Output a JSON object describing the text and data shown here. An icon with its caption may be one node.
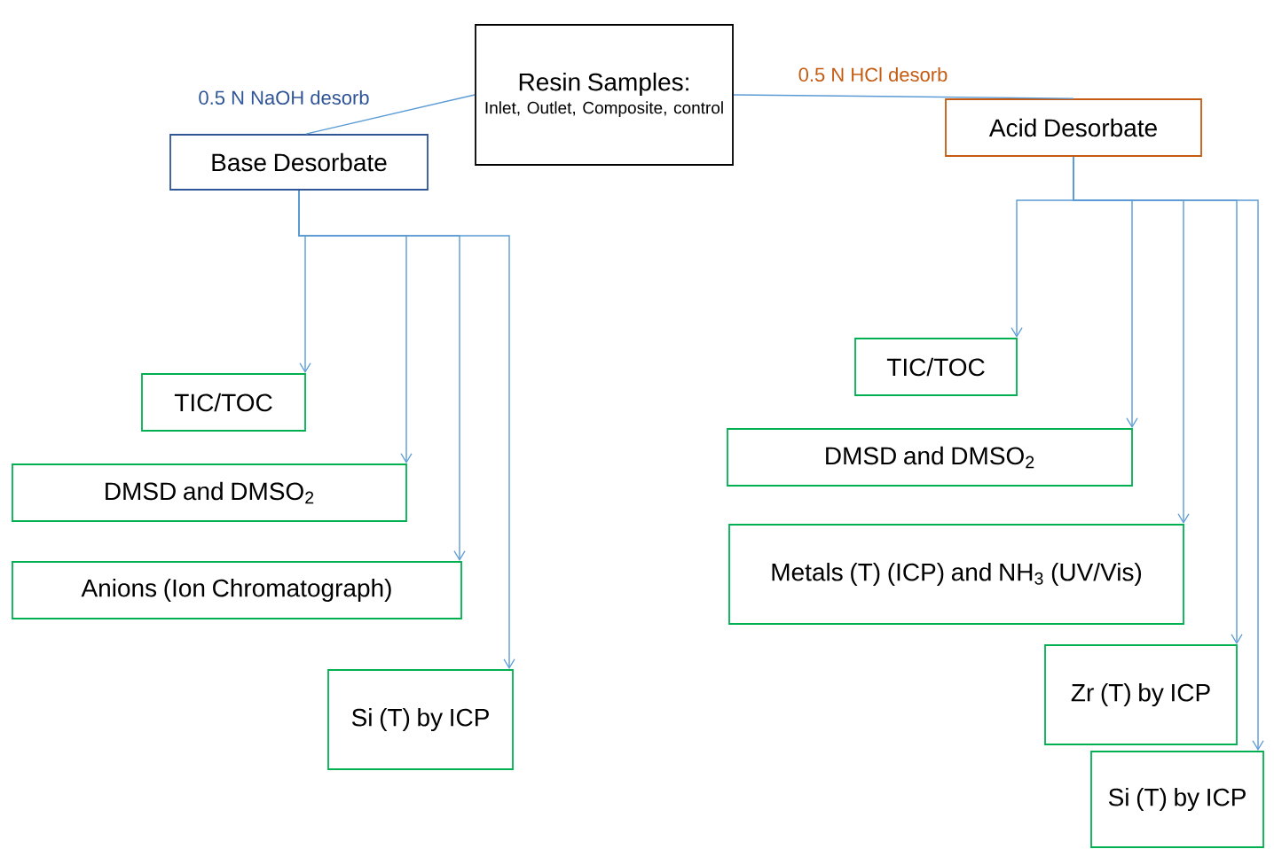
{
  "diagram": {
    "nodes": [
      {
        "text": [
          "Resin Samples:",
          "Inlet, Outlet, Composite, control"
        ]
      },
      {
        "text": [
          "Base Desorbate"
        ]
      },
      {
        "text": [
          "Acid Desorbate"
        ]
      },
      {
        "text": [
          "TIC/TOC"
        ]
      },
      {
        "text": [
          "DMSD and DMSO$_{2}$"
        ]
      },
      {
        "text": [
          "Anions (Ion Chromatograph)"
        ]
      },
      {
        "text": [
          "Si (T) by ICP"
        ]
      },
      {
        "text": [
          "TIC/TOC"
        ]
      },
      {
        "text": [
          "DMSD and DMSO$_{2}$"
        ]
      },
      {
        "text": [
          "Metals (T) (ICP) and NH$_{3}$ (UV/Vis)"
        ]
      },
      {
        "text": [
          "Zr (T) by ICP"
        ]
      },
      {
        "text": [
          "Si (T) by ICP"
        ]
      }
    ],
    "edges": [
      {
        "from": 0,
        "to": 1,
        "arrow": "none",
        "label": "0.5 N NaOH desorb"
      },
      {
        "from": 0,
        "to": 2,
        "arrow": "none",
        "label": "0.5 N HCl desorb"
      },
      {
        "from": 1,
        "to": 3,
        "arrow": "to"
      },
      {
        "from": 1,
        "to": 4,
        "arrow": "to"
      },
      {
        "from": 1,
        "to": 5,
        "arrow": "to"
      },
      {
        "from": 1,
        "to": 6,
        "arrow": "to"
      },
      {
        "from": 2,
        "to": 7,
        "arrow": "to"
      },
      {
        "from": 2,
        "to": 8,
        "arrow": "to"
      },
      {
        "from": 2,
        "to": 9,
        "arrow": "to"
      },
      {
        "from": 2,
        "to": 10,
        "arrow": "to"
      },
      {
        "from": 2,
        "to": 11,
        "arrow": "to"
      }
    ]
  }
}
